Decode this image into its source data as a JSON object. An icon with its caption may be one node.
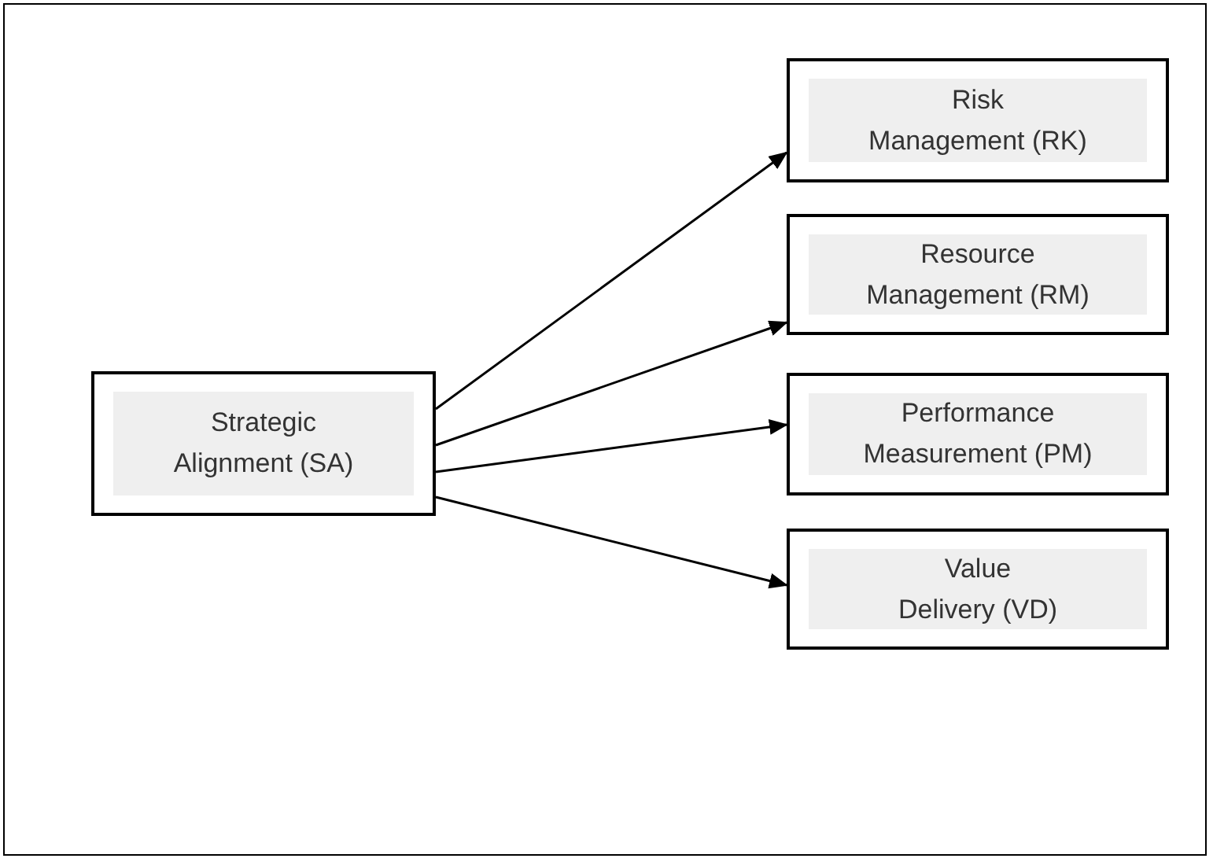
{
  "diagram": {
    "nodes": [
      {
        "text": [
          "Strategic Alignment (SA)"
        ]
      },
      {
        "text": [
          "Risk Management (RK)"
        ]
      },
      {
        "text": [
          "Resource Management (RM)"
        ]
      },
      {
        "text": [
          "Performance Measurement (PM)"
        ]
      },
      {
        "text": [
          "Value Delivery (VD)"
        ]
      }
    ],
    "edges": [
      {
        "from": 0,
        "to": 1,
        "arrow": "to"
      },
      {
        "from": 0,
        "to": 2,
        "arrow": "to"
      },
      {
        "from": 0,
        "to": 3,
        "arrow": "to"
      },
      {
        "from": 0,
        "to": 4,
        "arrow": "to"
      }
    ]
  }
}
